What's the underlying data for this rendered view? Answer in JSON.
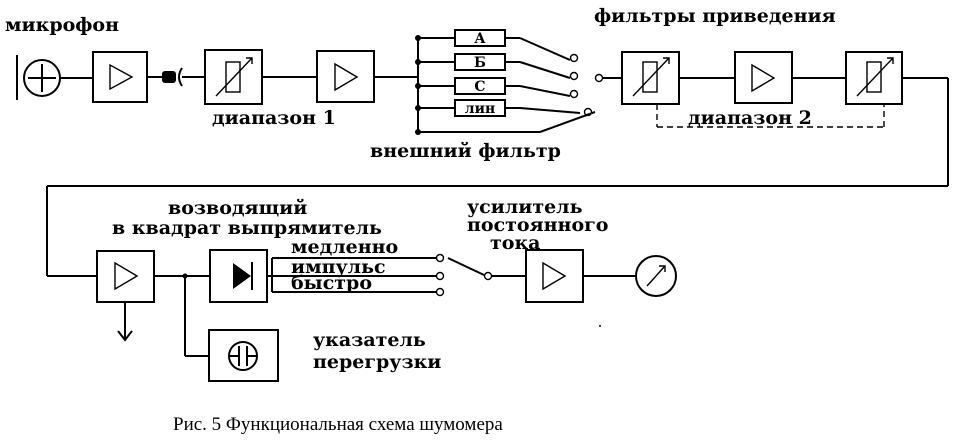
{
  "labels": {
    "microphone": "микрофон",
    "reduction_filters": "фильтры приведения",
    "range1": "диапазон 1",
    "range2": "диапазон 2",
    "external_filter": "внешний фильтр",
    "squaring_line1": "возводящий",
    "squaring_line2": "в квадрат выпрямитель",
    "slow": "медленно",
    "impulse": "импульс",
    "fast": "быстро",
    "dc_amp_line1": "усилитель",
    "dc_amp_line2": "постоянного",
    "dc_amp_line3": "тока",
    "overload_line1": "указатель",
    "overload_line2": "перегрузки"
  },
  "filters": [
    "А",
    "Б",
    "С",
    "лин"
  ],
  "caption": "Рис. 5 Функциональная схема шумомера"
}
